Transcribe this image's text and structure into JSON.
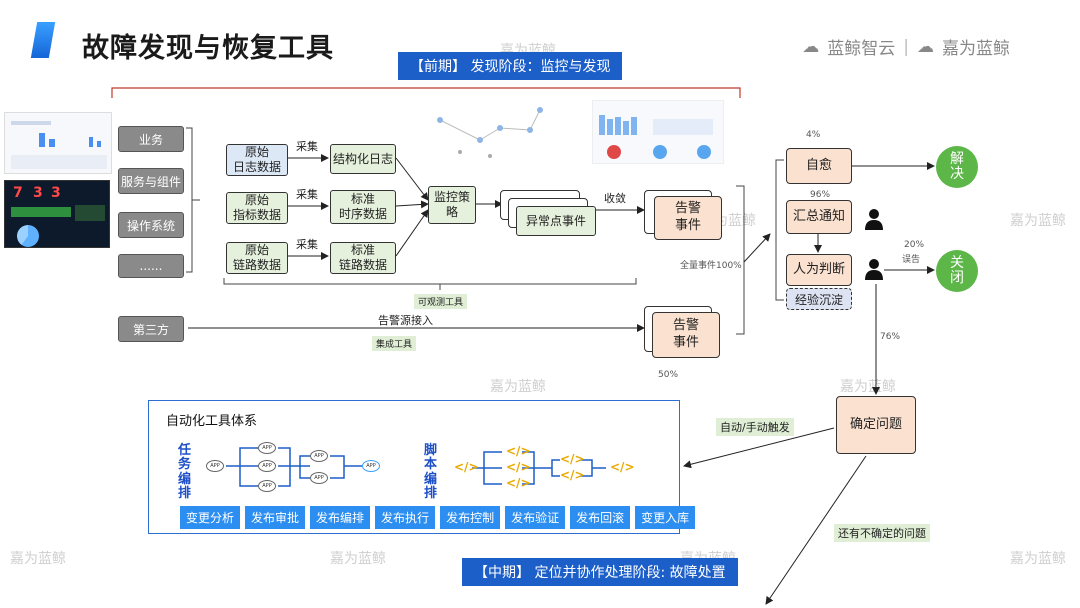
{
  "header": {
    "title": "故障发现与恢复工具",
    "logo_left": "蓝鲸智云",
    "logo_right": "嘉为蓝鲸"
  },
  "watermark": "嘉为蓝鲸",
  "banners": {
    "early": "【前期】 发现阶段：监控与发现",
    "middle": "【中期】 定位并协作处理阶段: 故障处置"
  },
  "sources": [
    "业务",
    "服务与组件",
    "操作系统",
    "......"
  ],
  "third_party": "第三方",
  "raw_data": [
    "原始\n日志数据",
    "原始\n指标数据",
    "原始\n链路数据"
  ],
  "collect_label": "采集",
  "processed": [
    "结构化日志",
    "标准\n时序数据",
    "标准\n链路数据"
  ],
  "strategy": "监控策\n略",
  "anomaly": "异常点事件",
  "converge": "收敛",
  "alert": "告警\n事件",
  "observ_tool": "可观测工具",
  "alert_source": "告警源接入",
  "integration_tool": "集成工具",
  "all_events": "全量事件100%",
  "pct_50": "50%",
  "right_flow": {
    "pct_4": "4%",
    "self_heal": "自愈",
    "resolve": "解\n决",
    "pct_96": "96%",
    "notify": "汇总通知",
    "judge": "人为判断",
    "pct_20": "20%",
    "false_alarm": "误告",
    "close": "关\n闭",
    "experience": "经验沉淀",
    "pct_76": "76%",
    "confirm": "确定问题",
    "trigger": "自动/手动触发",
    "uncertain": "还有不确定的问题"
  },
  "automation": {
    "title": "自动化工具体系",
    "task_label": "任务编排",
    "script_label": "脚本编排",
    "app_label": "APP",
    "code_glyph": "</>",
    "tags": [
      "变更分析",
      "发布审批",
      "发布编排",
      "发布执行",
      "发布控制",
      "发布验证",
      "发布回滚",
      "变更入库"
    ]
  },
  "dashboard": {
    "digits": [
      "7",
      "3",
      "3"
    ]
  },
  "colors": {
    "brand_blue": "#1d5fc8",
    "green_circle": "#5cb648",
    "peach": "#fbe1cf",
    "red_bracket": "#c0392b"
  }
}
